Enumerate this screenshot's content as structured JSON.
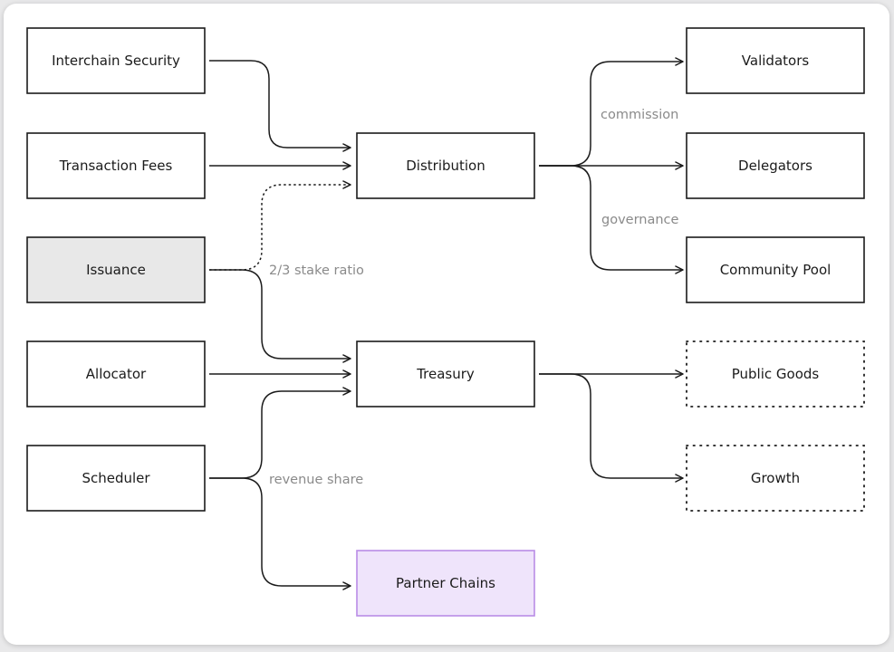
{
  "diagram": {
    "nodes": {
      "interchain_security": "Interchain Security",
      "transaction_fees": "Transaction Fees",
      "issuance": "Issuance",
      "allocator": "Allocator",
      "scheduler": "Scheduler",
      "distribution": "Distribution",
      "treasury": "Treasury",
      "partner_chains": "Partner Chains",
      "validators": "Validators",
      "delegators": "Delegators",
      "community_pool": "Community Pool",
      "public_goods": "Public Goods",
      "growth": "Growth"
    },
    "edge_labels": {
      "commission": "commission",
      "governance": "governance",
      "stake_ratio": "2/3 stake ratio",
      "revenue_share": "revenue share"
    },
    "colors": {
      "issuance_fill": "#e8e8e8",
      "partner_chains_fill": "#efe4fb",
      "partner_chains_border": "#b98ce6",
      "edge_label": "#8a8a8a"
    }
  }
}
